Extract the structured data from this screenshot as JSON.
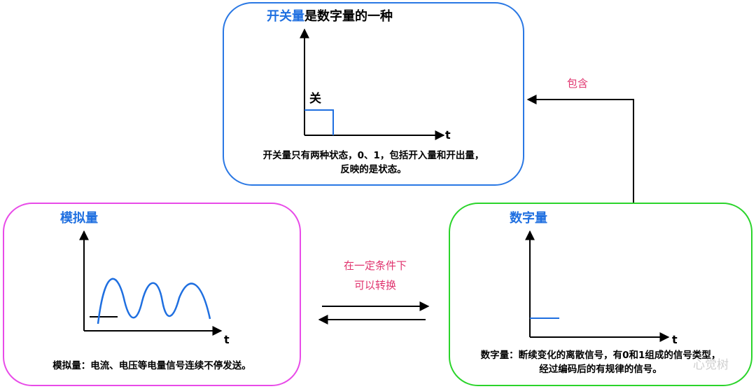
{
  "switch_box": {
    "title_highlight": "开关量",
    "title_rest": "是数字量的一种",
    "state_label": "关",
    "axis_label": "t",
    "desc_line1": "开关量只有两种状态，0、1，包括开入量和开出量，",
    "desc_line2": "反映的是状态。"
  },
  "analog_box": {
    "title": "模拟量",
    "axis_label": "t",
    "desc": "模拟量：电流、电压等电量信号连续不停发送。"
  },
  "digital_box": {
    "title": "数字量",
    "axis_label": "t",
    "desc_line1": "数字量：断续变化的离散信号，有0和1组成的信号类型，",
    "desc_line2": "经过编码后的有规律的信号。"
  },
  "relations": {
    "contains_label": "包含",
    "convert_line1": "在一定条件下",
    "convert_line2": "可以转换"
  },
  "watermark": {
    "text": "心觉树"
  },
  "colors": {
    "switch_border": "#2a78e4",
    "analog_border": "#e84be8",
    "digital_border": "#2bd42b",
    "title_blue": "#1f6fe0",
    "relation_pink": "#e0336e"
  }
}
